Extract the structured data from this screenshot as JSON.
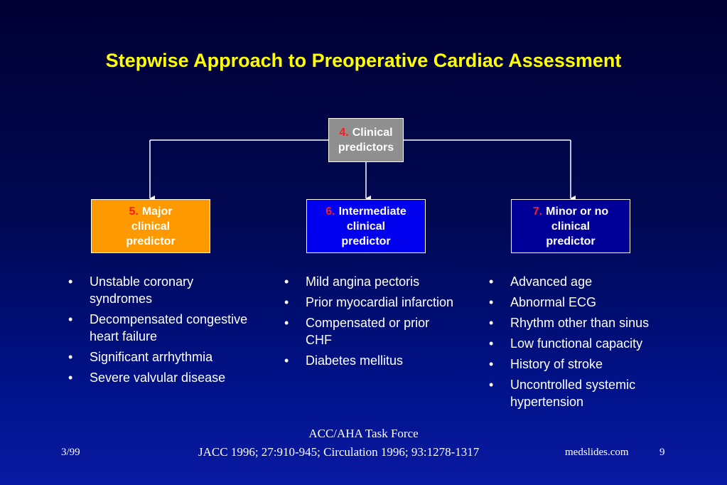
{
  "title": "Stepwise Approach to Preoperative Cardiac Assessment",
  "top_box": {
    "number": "4.",
    "line1": "Clinical",
    "line2": "predictors",
    "color": "#8f8f8f"
  },
  "boxes": [
    {
      "number": "5.",
      "line1": "Major",
      "line2": "clinical",
      "line3": "predictor",
      "color": "#ff9900"
    },
    {
      "number": "6.",
      "line1": "Intermediate",
      "line2": "clinical",
      "line3": "predictor",
      "color": "#0000ee"
    },
    {
      "number": "7.",
      "line1": "Minor or no",
      "line2": "clinical",
      "line3": "predictor",
      "color": "#000099"
    }
  ],
  "lists": {
    "major": [
      "Unstable coronary syndromes",
      "Decompensated congestive heart failure",
      "Significant arrhythmia",
      "Severe valvular disease"
    ],
    "intermediate": [
      "Mild angina pectoris",
      "Prior myocardial infarction",
      "Compensated or prior CHF",
      "Diabetes mellitus"
    ],
    "minor": [
      "Advanced age",
      "Abnormal ECG",
      "Rhythm other than sinus",
      "Low functional capacity",
      "History of stroke",
      "Uncontrolled systemic hypertension"
    ]
  },
  "bullet": "•",
  "footer": {
    "date": "3/99",
    "source_line1": "ACC/AHA Task Force",
    "source_line2": "JACC 1996; 27:910-945; Circulation 1996; 93:1278-1317",
    "site": "medslides.com",
    "page": "9"
  },
  "colors": {
    "title": "#ffff00",
    "step_number": "#ff1a1a",
    "text": "#ffffff"
  }
}
